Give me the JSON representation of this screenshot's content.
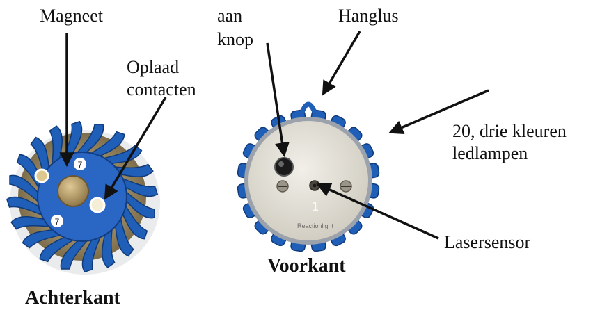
{
  "labels": {
    "magneet": "Magneet",
    "oplaad_line1": "Oplaad",
    "oplaad_line2": "contacten",
    "aan_line1": "aan",
    "aan_line2": "knop",
    "hanglus": "Hanglus",
    "leds_line1": "20, drie kleuren",
    "leds_line2": "ledlampen",
    "lasersensor": "Lasersensor",
    "voorkant": "Voorkant",
    "achterkant": "Achterkant"
  },
  "device_marks": {
    "back_number_1": "7",
    "back_number_2": "7",
    "front_number": "1",
    "brand": "Reactionlight"
  },
  "colors": {
    "blue": "#1f5fb8",
    "blue_dark": "#103a7a",
    "face": "#e7e4dc",
    "gold": "#b49a62"
  }
}
